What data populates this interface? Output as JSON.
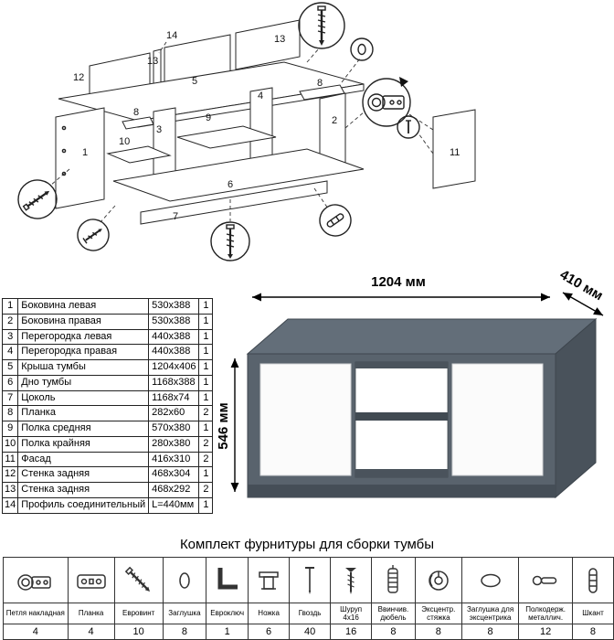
{
  "diagram": {
    "labels": [
      "14",
      "13",
      "12",
      "13",
      "5",
      "8",
      "9",
      "3",
      "8",
      "1",
      "10",
      "4",
      "2",
      "6",
      "7",
      "11"
    ]
  },
  "cabinet": {
    "width_label": "1204 мм",
    "depth_label": "410 мм",
    "height_label": "546 мм"
  },
  "parts_table": {
    "rows": [
      {
        "num": "1",
        "name": "Боковина левая",
        "size": "530x388",
        "qty": "1"
      },
      {
        "num": "2",
        "name": "Боковина правая",
        "size": "530x388",
        "qty": "1"
      },
      {
        "num": "3",
        "name": "Перегородка левая",
        "size": "440x388",
        "qty": "1"
      },
      {
        "num": "4",
        "name": "Перегородка правая",
        "size": "440x388",
        "qty": "1"
      },
      {
        "num": "5",
        "name": "Крыша тумбы",
        "size": "1204x406",
        "qty": "1"
      },
      {
        "num": "6",
        "name": "Дно тумбы",
        "size": "1168x388",
        "qty": "1"
      },
      {
        "num": "7",
        "name": "Цоколь",
        "size": "1168x74",
        "qty": "1"
      },
      {
        "num": "8",
        "name": "Планка",
        "size": "282x60",
        "qty": "2"
      },
      {
        "num": "9",
        "name": "Полка средняя",
        "size": "570x380",
        "qty": "1"
      },
      {
        "num": "10",
        "name": "Полка крайняя",
        "size": "280x380",
        "qty": "2"
      },
      {
        "num": "11",
        "name": "Фасад",
        "size": "416x310",
        "qty": "2"
      },
      {
        "num": "12",
        "name": "Стенка задняя",
        "size": "468x304",
        "qty": "1"
      },
      {
        "num": "13",
        "name": "Стенка задняя",
        "size": "468x292",
        "qty": "2"
      },
      {
        "num": "14",
        "name": "Профиль соединительный",
        "size": "L=440мм",
        "qty": "1"
      }
    ]
  },
  "hardware": {
    "title": "Комплект фурнитуры для сборки тумбы",
    "items": [
      {
        "name": "Петля накладная",
        "qty": "4"
      },
      {
        "name": "Планка",
        "qty": "4"
      },
      {
        "name": "Евровинт",
        "qty": "10"
      },
      {
        "name": "Заглушка",
        "qty": "8"
      },
      {
        "name": "Евроключ",
        "qty": "1"
      },
      {
        "name": "Ножка",
        "qty": "6"
      },
      {
        "name": "Гвоздь",
        "qty": "40"
      },
      {
        "name": "Шуруп 4x16",
        "qty": "16"
      },
      {
        "name": "Ввинчив. дюбель",
        "qty": "8"
      },
      {
        "name": "Эксцентр. стяжка",
        "qty": "8"
      },
      {
        "name": "Заглушка для эксцентрика",
        "qty": "8"
      },
      {
        "name": "Полкодерж. металлич.",
        "qty": "12"
      },
      {
        "name": "Шкант",
        "qty": "8"
      }
    ]
  },
  "colors": {
    "body_front": "#59636d",
    "body_top": "#636e79",
    "body_side": "#49525b",
    "door": "#fbfbfb",
    "line": "#262626"
  }
}
